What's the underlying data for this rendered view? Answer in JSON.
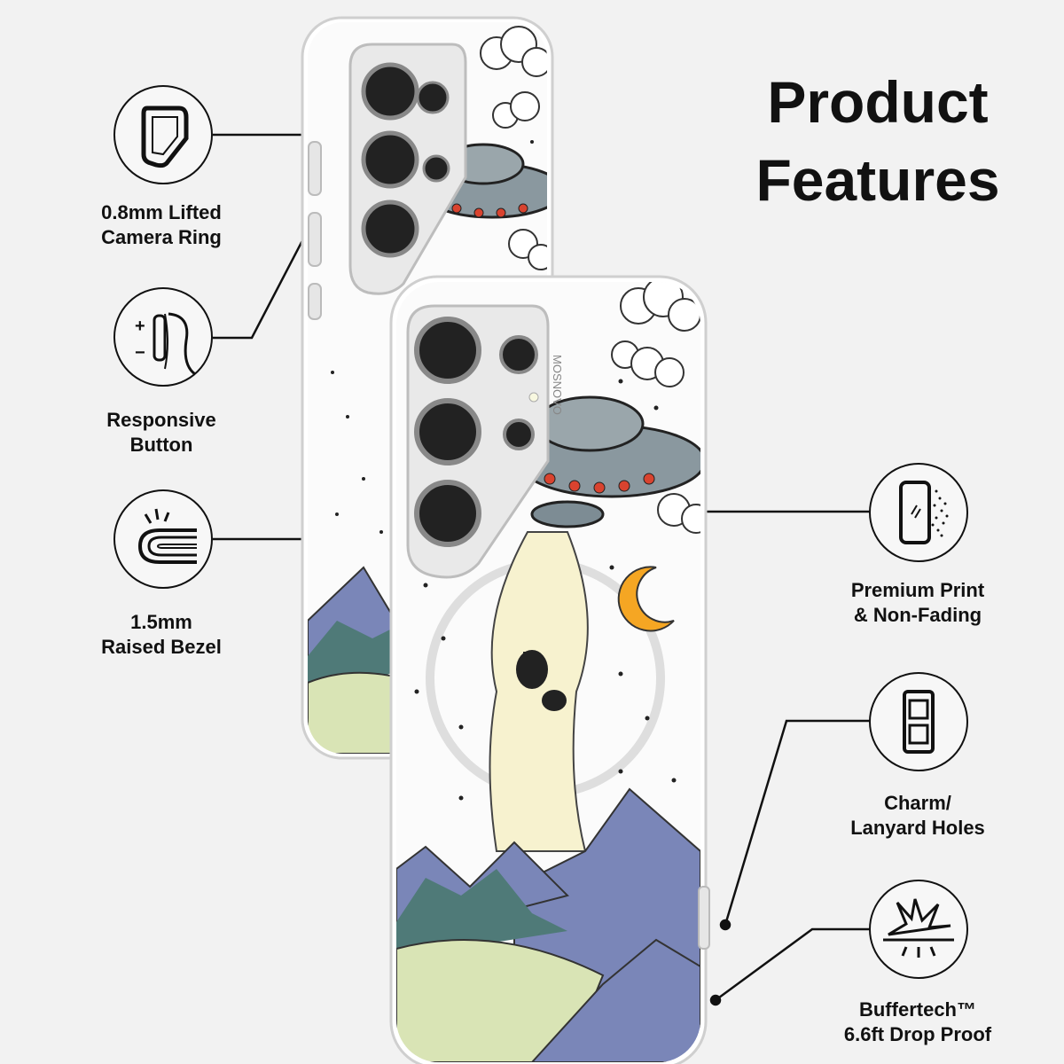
{
  "heading": {
    "line1": "Product",
    "line2": "Features"
  },
  "features": [
    {
      "line1": "0.8mm Lifted",
      "line2": "Camera Ring",
      "icon": "camera-ring-icon"
    },
    {
      "line1": "Responsive",
      "line2": "Button",
      "icon": "side-button-icon"
    },
    {
      "line1": "1.5mm",
      "line2": "Raised Bezel",
      "icon": "raised-bezel-icon"
    },
    {
      "line1": "Premium Print",
      "line2": "& Non-Fading",
      "icon": "print-icon"
    },
    {
      "line1": "Charm/",
      "line2": "Lanyard Holes",
      "icon": "lanyard-hole-icon"
    },
    {
      "line1": "Buffertech™",
      "line2": "6.6ft Drop Proof",
      "icon": "drop-proof-icon"
    }
  ],
  "case_brand_text": "MOSNOVO",
  "colors": {
    "background": "#f2f2f2",
    "text": "#111111",
    "mountain": "#7a86b8",
    "trees": "#4f7a78",
    "grass": "#d9e4b5",
    "beam": "#f7f2cf",
    "moon": "#f5a623",
    "ufo": "#7d8c94",
    "ufo_lights": "#d9432f"
  }
}
